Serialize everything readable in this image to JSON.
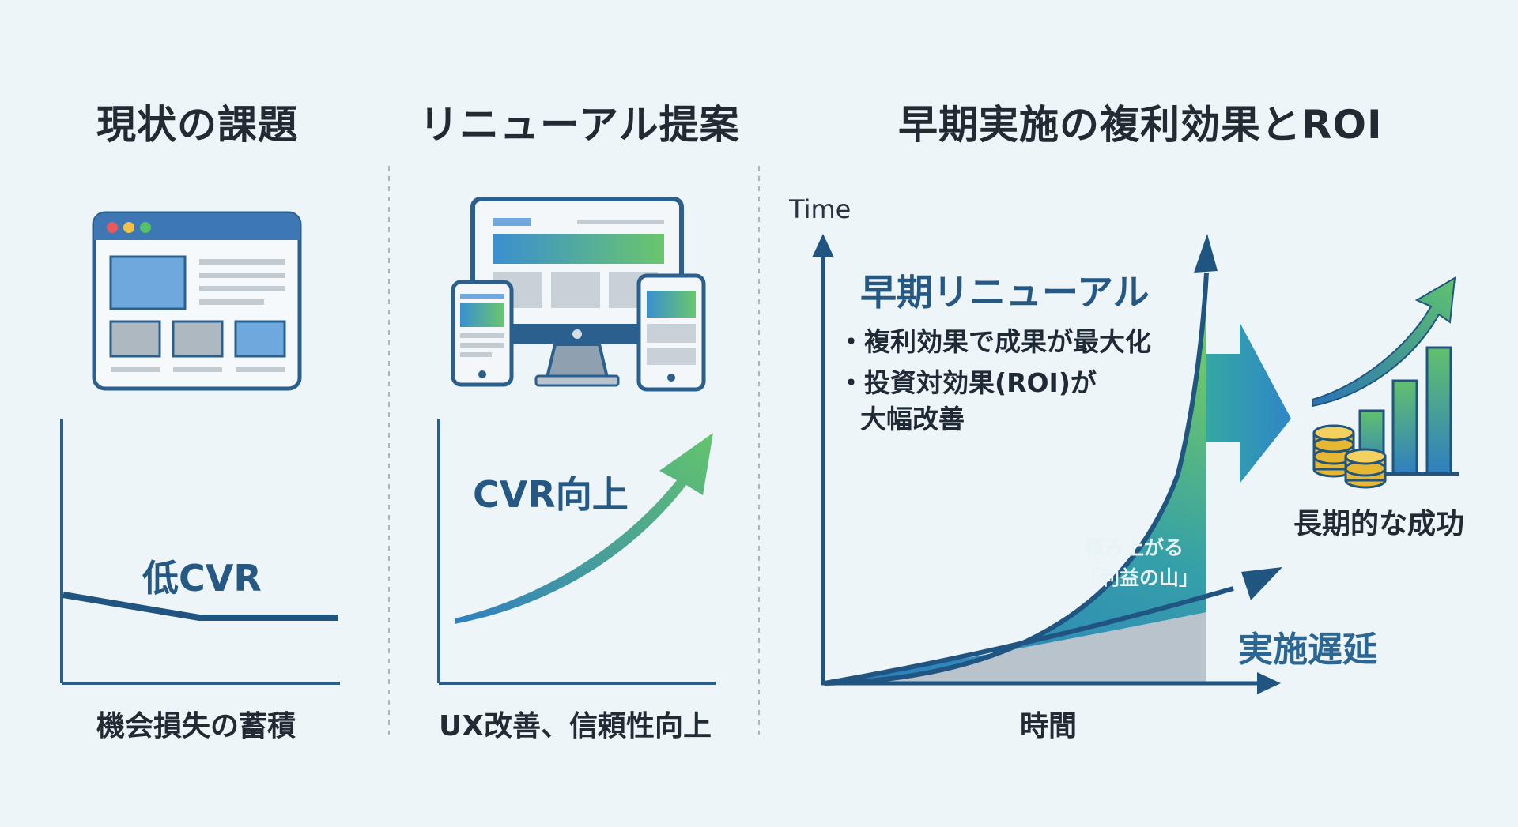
{
  "colors": {
    "background": "#eef5f8",
    "navy": "#1f5580",
    "accent_blue": "#2f83c4",
    "accent_green": "#5ec072",
    "gold": "#e6b733",
    "gray": "#b9c3cc"
  },
  "panels": {
    "current": {
      "title": "現状の課題",
      "chart_label": "低CVR",
      "caption": "機会損失の蓄積"
    },
    "proposal": {
      "title": "リニューアル提案",
      "chart_label": "CVR向上",
      "caption": "UX改善、信頼性向上"
    },
    "roi": {
      "title": "早期実施の複利効果とROI",
      "y_axis_label": "Time",
      "x_axis_label": "時間",
      "early_title": "早期リニューアル",
      "bullets": [
        "・複利効果で成果が最大化",
        "・投資対効果(ROI)が",
        "大幅改善"
      ],
      "area_label_line1": "積み上がる",
      "area_label_line2": "「利益の山」",
      "delay_label": "実施遅延",
      "success_label": "長期的な成功"
    }
  },
  "icons": [
    "browser-window-icon",
    "multi-device-icon",
    "coins-icon",
    "growth-bar-chart-icon"
  ]
}
